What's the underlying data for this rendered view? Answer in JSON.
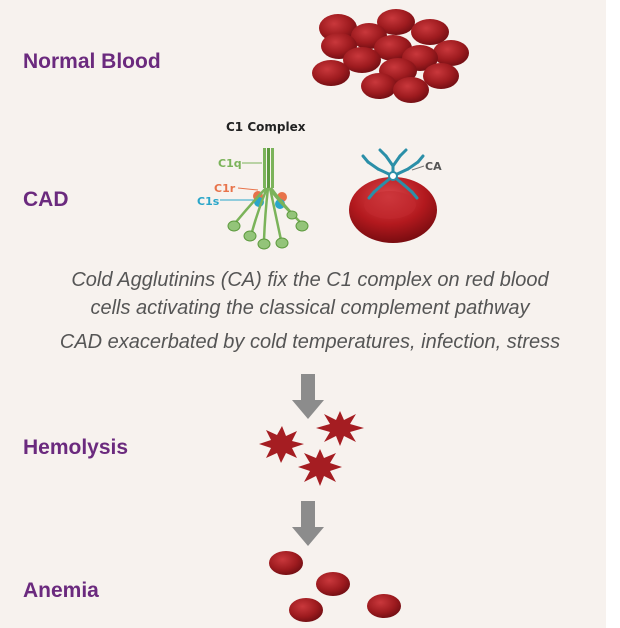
{
  "stages": {
    "normal": "Normal Blood",
    "cad": "CAD",
    "hemolysis": "Hemolysis",
    "anemia": "Anemia"
  },
  "c1": {
    "title": "C1 Complex",
    "q": "C1q",
    "r": "C1r",
    "s": "C1s",
    "ca": "CA"
  },
  "description": {
    "line1": "Cold Agglutinins (CA) fix the C1 complex on red blood",
    "line2": "cells activating the classical complement pathway",
    "line3": "CAD exacerbated by cold temperatures, infection, stress"
  },
  "colors": {
    "label": "#6b2a7e",
    "text": "#555555",
    "cell": "#9e1b1f",
    "arrow": "#8c8c8c",
    "c1q": "#7bb35a",
    "c1r": "#e8734a",
    "c1s": "#2aa6c9",
    "antibody": "#2b8fa8",
    "background": "#f7f2ee"
  },
  "icons": [
    "rbc-cluster",
    "c1-complex",
    "cold-agglutinin-antibody",
    "down-arrow",
    "lysed-cell",
    "sparse-rbc"
  ]
}
